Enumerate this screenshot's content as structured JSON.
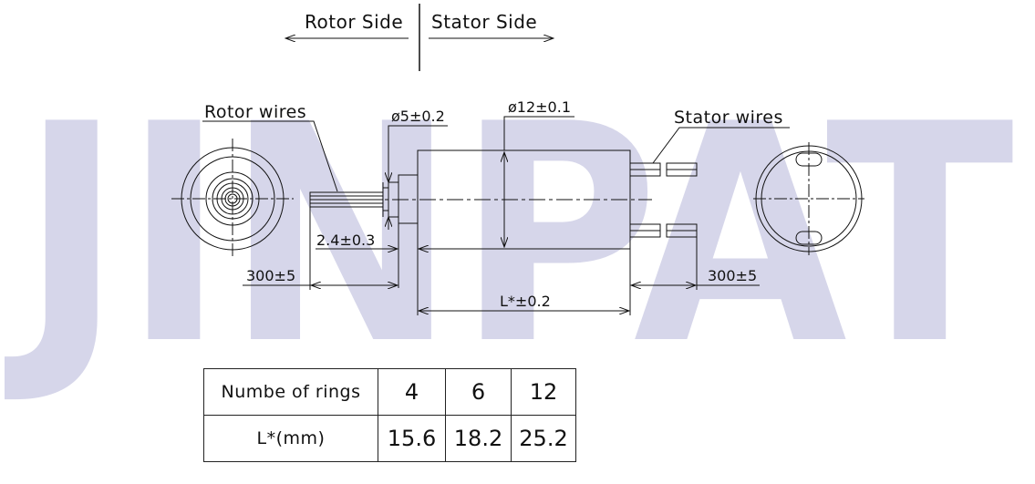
{
  "watermark": "JINPAT",
  "direction": {
    "rotor_side": "Rotor Side",
    "stator_side": "Stator Side"
  },
  "labels": {
    "rotor_wires": "Rotor wires",
    "stator_wires": "Stator wires",
    "shaft_diameter": "ø5±0.2",
    "body_diameter": "ø12±0.1",
    "shaft_length": "2.4±0.3",
    "rotor_wire_length": "300±5",
    "stator_wire_length": "300±5",
    "body_length": "L*±0.2"
  },
  "table": {
    "header_label": "Numbe of rings",
    "length_label": "L*(mm)",
    "rings": [
      "4",
      "6",
      "12"
    ],
    "lengths": [
      "15.6",
      "18.2",
      "25.2"
    ]
  },
  "colors": {
    "line": "#111111",
    "watermark": "#cfcfe6"
  }
}
